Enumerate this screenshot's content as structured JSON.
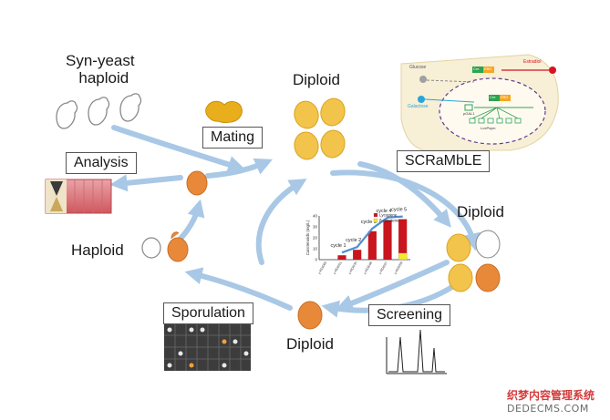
{
  "diagram": {
    "labels": {
      "syn_yeast_haploid_line1": "Syn-yeast",
      "syn_yeast_haploid_line2": "haploid",
      "diploid_top": "Diploid",
      "mating": "Mating",
      "analysis": "Analysis",
      "scramble": "SCRaMbLE",
      "diploid_right": "Diploid",
      "haploid": "Haploid",
      "sporulation": "Sporulation",
      "screening": "Screening",
      "diploid_bottom": "Diploid"
    },
    "pathway_inset": {
      "glucose": "Glucose",
      "galactose": "Galactose",
      "estradiol": "Estradiol",
      "cre": "Cre",
      "ebd": "EBD",
      "pgal1": "pGAL1",
      "loxpsym": "LoxPsym"
    },
    "colors": {
      "arrow": "#a9c8e6",
      "cell_orange": "#e8893a",
      "cell_yellow": "#f2c44b",
      "cell_gold": "#e9ae1c",
      "bar_red": "#c8151e",
      "bar_yellow": "#f5e928",
      "trend_line": "#4f8fd1"
    }
  },
  "chart_data": {
    "type": "bar",
    "ylabel": "Carotenoids (mg/L)",
    "ylim": [
      0,
      40
    ],
    "yticks": [
      "0",
      "10",
      "20",
      "30",
      "40"
    ],
    "categories": [
      "y-RDI069",
      "y-RDI001",
      "y-RDI035",
      "y-RDI046",
      "y-RDI057",
      "y-RDI059"
    ],
    "series": [
      {
        "name": "Lycopene",
        "values": [
          0,
          4,
          9,
          26,
          36,
          31
        ]
      },
      {
        "name": "β-carotene",
        "values": [
          0,
          0,
          0,
          0,
          0,
          6
        ]
      }
    ],
    "annotations": [
      "cycle 1",
      "cycle 2",
      "cycle 3",
      "cycle 4",
      "cycle 5"
    ],
    "legend_position": "top-right"
  },
  "watermark": {
    "line1": "织梦内容管理系统",
    "line2": "DEDECMS.COM"
  }
}
